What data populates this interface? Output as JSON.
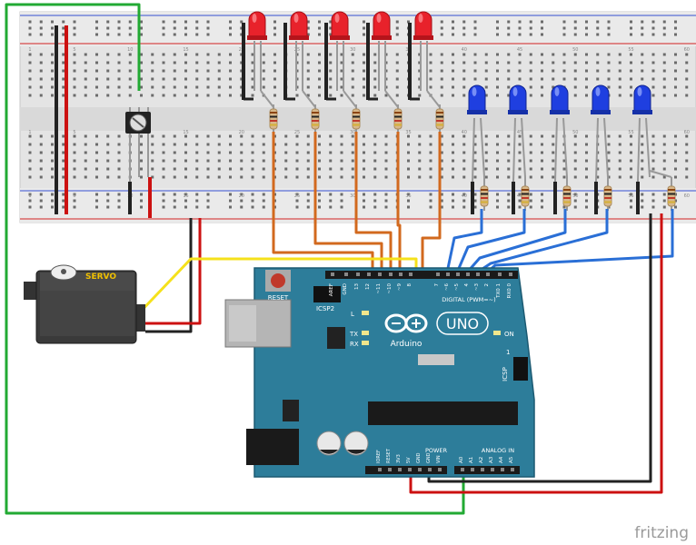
{
  "servo": {
    "label": "SERVO"
  },
  "arduino": {
    "brand": "Arduino",
    "model": "UNO",
    "reset_label": "RESET",
    "icsp2_label": "ICSP2",
    "icsp_label": "ICSP",
    "icsp_one": "1",
    "on_label": "ON",
    "l_label": "L",
    "tx_label": "TX",
    "rx_label": "RX",
    "digital_label": "DIGITAL (PWM=~)",
    "power_label": "POWER",
    "analog_label": "ANALOG IN",
    "digital_pins": [
      "AREF",
      "GND",
      "13",
      "12",
      "~11",
      "~10",
      "~9",
      "8",
      "7",
      "~6",
      "~5",
      "4",
      "~3",
      "2",
      "TX0 1",
      "RX0 0"
    ],
    "power_pins": [
      "IOREF",
      "RESET",
      "3V3",
      "5V",
      "GND",
      "GND",
      "VIN"
    ],
    "analog_pins": [
      "A0",
      "A1",
      "A2",
      "A3",
      "A4",
      "A5"
    ]
  },
  "breadboard": {
    "column_numbers": [
      "1",
      "5",
      "10",
      "15",
      "20",
      "25",
      "30",
      "35",
      "40",
      "45",
      "50",
      "55",
      "60"
    ]
  },
  "parts": {
    "red_leds": 5,
    "blue_leds": 5,
    "resistors": 10,
    "potentiometer": 1
  },
  "colors": {
    "board_teal": "#2d7d9a",
    "wire_orange": "#d2691e",
    "wire_blue": "#2a6fd6",
    "wire_green": "#22aa33",
    "wire_red": "#cc1111",
    "wire_yellow": "#f5e11b",
    "led_red": "#e8222b",
    "led_blue": "#1f3fe0"
  },
  "footer": {
    "watermark": "fritzing"
  }
}
